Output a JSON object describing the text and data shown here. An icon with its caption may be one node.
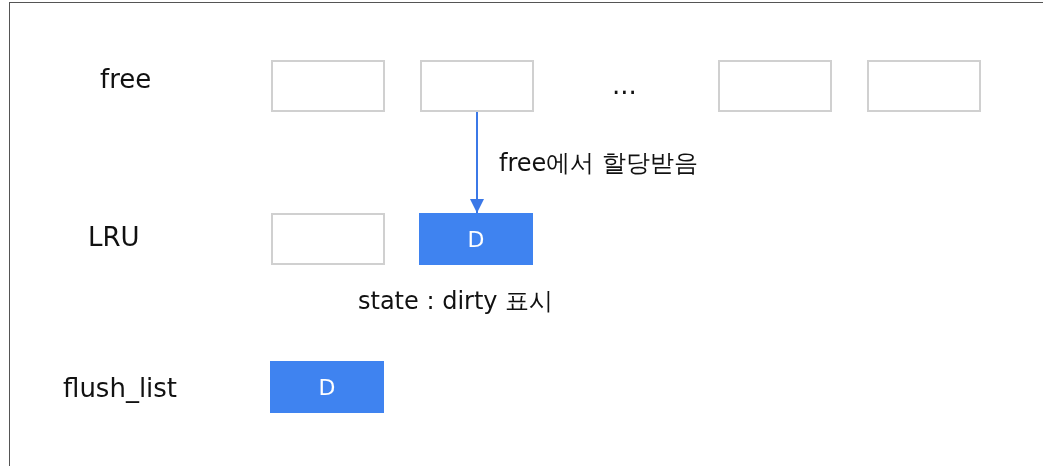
{
  "diagram": {
    "nodes": [
      {
        "text": [],
        "shape": "box"
      },
      {
        "text": [],
        "shape": "box"
      },
      {
        "text": [],
        "shape": "box"
      },
      {
        "text": [],
        "shape": "box"
      },
      {
        "text": [],
        "shape": "box"
      },
      {
        "text": [
          "D"
        ],
        "beside": [
          "state : dirty 표시"
        ]
      },
      {
        "text": [
          "D"
        ]
      }
    ],
    "edges": [
      {
        "from": 1,
        "to": 5,
        "arrow": "to",
        "label": "free에서 할당받음"
      }
    ],
    "labels": [
      "free",
      "...",
      "LRU",
      "flush_list"
    ]
  }
}
